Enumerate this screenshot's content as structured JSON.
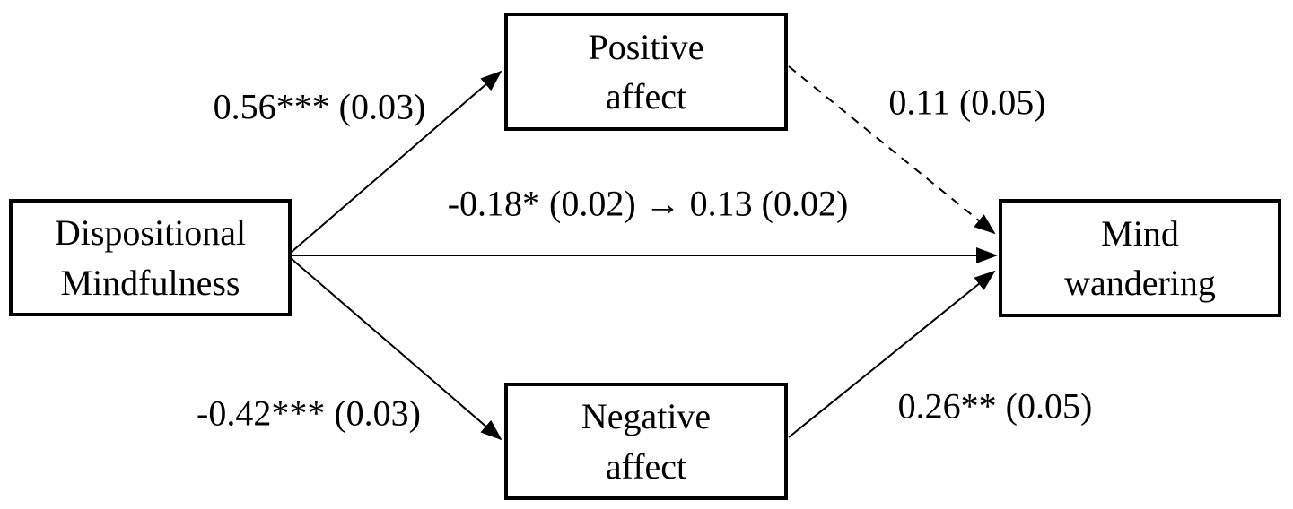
{
  "diagram": {
    "background_color": "#ffffff",
    "line_color": "#000000",
    "nodes": [
      {
        "id": "dispositional-mindfulness",
        "label": "Dispositional\nMindfulness"
      },
      {
        "id": "positive-affect",
        "label": "Positive\naffect"
      },
      {
        "id": "negative-affect",
        "label": "Negative\naffect"
      },
      {
        "id": "mind-wandering",
        "label": "Mind\nwandering"
      }
    ],
    "paths": [
      {
        "id": "mindfulness-to-positive",
        "from": "dispositional-mindfulness",
        "to": "positive-affect",
        "style": "solid",
        "label": "0.56*** (0.03)"
      },
      {
        "id": "positive-to-mindwandering",
        "from": "positive-affect",
        "to": "mind-wandering",
        "style": "dashed",
        "label": "0.11 (0.05)"
      },
      {
        "id": "mindfulness-to-mindwandering",
        "from": "dispositional-mindfulness",
        "to": "mind-wandering",
        "style": "solid",
        "label": "-0.18* (0.02) → 0.13 (0.02)"
      },
      {
        "id": "mindfulness-to-negative",
        "from": "dispositional-mindfulness",
        "to": "negative-affect",
        "style": "solid",
        "label": "-0.42*** (0.03)"
      },
      {
        "id": "negative-to-mindwandering",
        "from": "negative-affect",
        "to": "mind-wandering",
        "style": "solid",
        "label": "0.26** (0.05)"
      }
    ]
  }
}
